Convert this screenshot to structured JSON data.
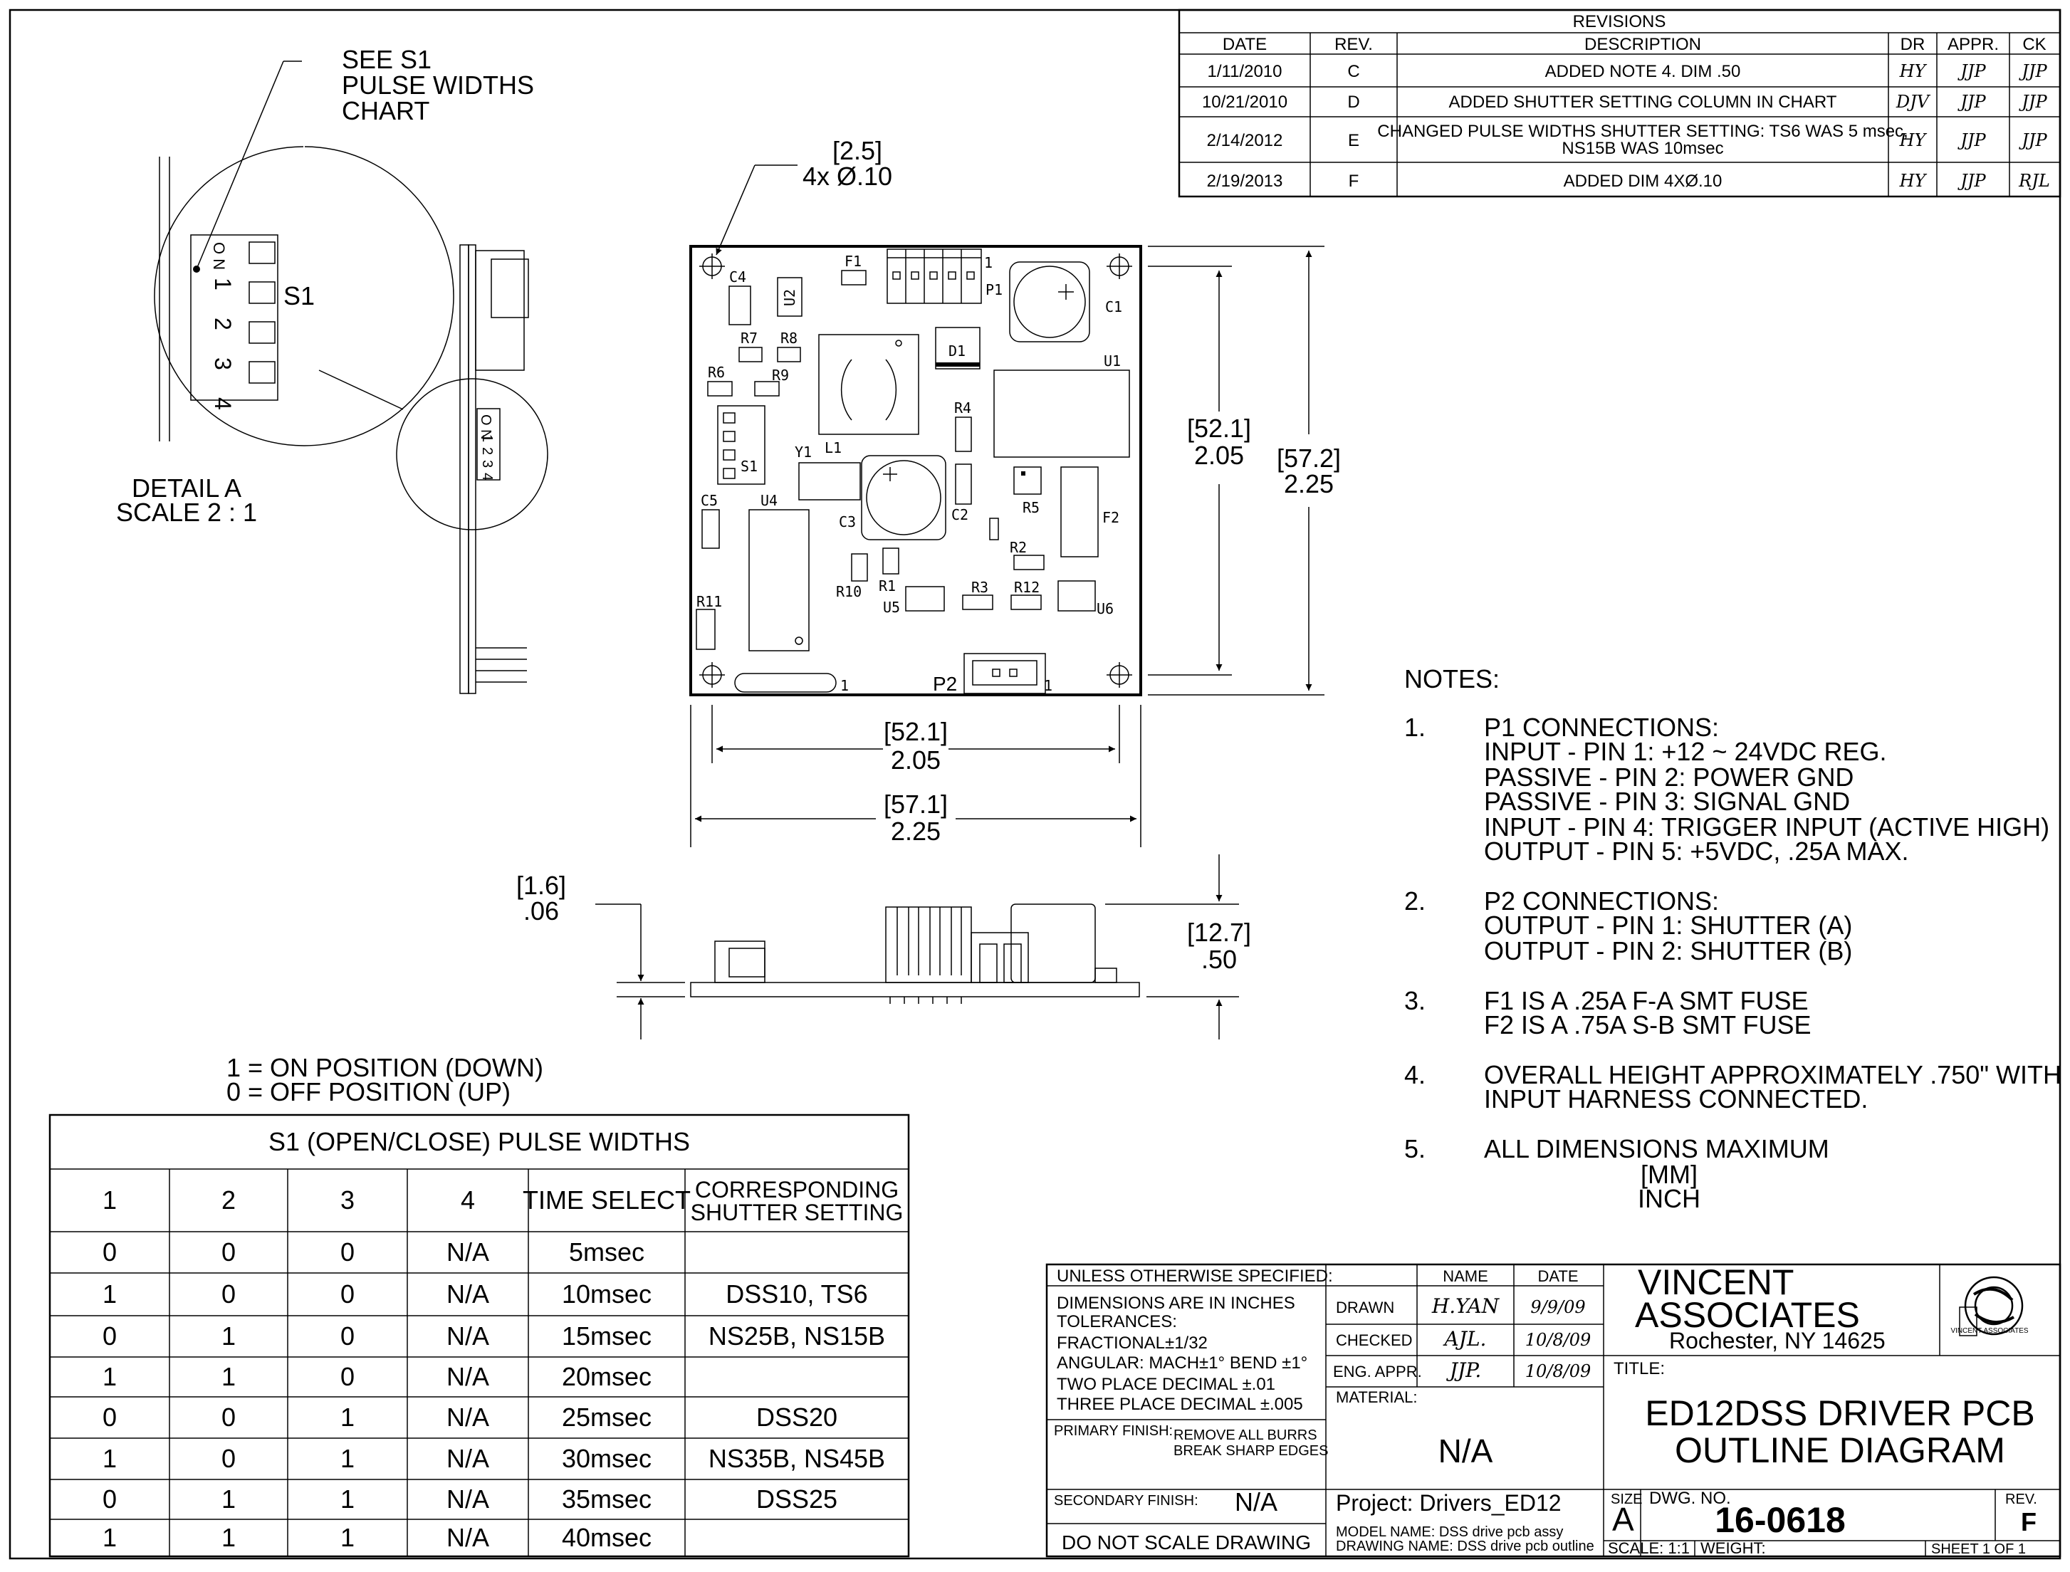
{
  "revisions": {
    "heading": "REVISIONS",
    "columns": [
      "DATE",
      "REV.",
      "DESCRIPTION",
      "DR",
      "APPR.",
      "CK"
    ],
    "rows": [
      {
        "date": "1/11/2010",
        "rev": "C",
        "desc": "ADDED NOTE 4. DIM .50",
        "dr": "HY",
        "appr": "JJP",
        "ck": "JJP"
      },
      {
        "date": "10/21/2010",
        "rev": "D",
        "desc": "ADDED SHUTTER SETTING COLUMN IN CHART",
        "dr": "DJV",
        "appr": "JJP",
        "ck": "JJP"
      },
      {
        "date": "2/14/2012",
        "rev": "E",
        "desc": "CHANGED PULSE WIDTHS SHUTTER SETTING: TS6 WAS 5 msec,",
        "desc2": "NS15B WAS 10msec",
        "dr": "HY",
        "appr": "JJP",
        "ck": "JJP"
      },
      {
        "date": "2/19/2013",
        "rev": "F",
        "desc": "ADDED DIM 4XØ.10",
        "dr": "HY",
        "appr": "JJP",
        "ck": "RJL"
      }
    ]
  },
  "detail": {
    "callout": [
      "SEE S1",
      "PULSE WIDTHS",
      "CHART"
    ],
    "switch_label": "S1",
    "pin_numbers": [
      "1",
      "2",
      "3",
      "4"
    ],
    "on_off": "O N",
    "title": "DETAIL A",
    "scale": "SCALE 2 : 1"
  },
  "dimensions": {
    "hole_mm": "[2.5]",
    "hole_in": "4x Ø.10",
    "inner_height_mm": "[52.1]",
    "inner_height_in": "2.05",
    "outer_height_mm": "[57.2]",
    "outer_height_in": "2.25",
    "inner_width_mm": "[52.1]",
    "inner_width_in": "2.05",
    "outer_width_mm": "[57.1]",
    "outer_width_in": "2.25",
    "board_thick_mm": "[1.6]",
    "board_thick_in": ".06",
    "total_height_mm": "[12.7]",
    "total_height_in": ".50"
  },
  "components": [
    "C4",
    "U2",
    "F1",
    "P1",
    "C1",
    "1",
    "R7",
    "R8",
    "R6",
    "R9",
    "D1",
    "U1",
    "R4",
    "S1",
    "L1",
    "Y1",
    "C3",
    "C5",
    "U4",
    "C2",
    "R5",
    "F2",
    "R2",
    "R10",
    "R1",
    "R3",
    "R12",
    "U5",
    "U6",
    "R11",
    "P2"
  ],
  "notes": {
    "heading": "NOTES:",
    "items": [
      {
        "num": "1.",
        "lines": [
          "P1 CONNECTIONS:",
          "INPUT     - PIN 1: +12 ~ 24VDC REG.",
          "PASSIVE - PIN 2: POWER GND",
          "PASSIVE - PIN 3: SIGNAL GND",
          "INPUT     - PIN 4: TRIGGER INPUT (ACTIVE HIGH)",
          "OUTPUT  - PIN 5: +5VDC, .25A MAX."
        ]
      },
      {
        "num": "2.",
        "lines": [
          "P2 CONNECTIONS:",
          "OUTPUT  - PIN 1: SHUTTER (A)",
          "OUTPUT  - PIN 2: SHUTTER (B)"
        ]
      },
      {
        "num": "3.",
        "lines": [
          "F1 IS A .25A F-A SMT FUSE",
          "F2 IS A .75A S-B SMT FUSE"
        ]
      },
      {
        "num": "4.",
        "lines": [
          "OVERALL HEIGHT APPROXIMATELY .750\" WITH",
          "INPUT HARNESS CONNECTED."
        ]
      },
      {
        "num": "5.",
        "lines": [
          "ALL DIMENSIONS MAXIMUM"
        ],
        "sub": [
          "[MM]",
          "INCH"
        ]
      }
    ]
  },
  "position_legend": [
    "1 = ON POSITION (DOWN)",
    "0 = OFF POSITION (UP)"
  ],
  "pulse_table": {
    "title": "S1 (OPEN/CLOSE) PULSE WIDTHS",
    "columns": [
      "1",
      "2",
      "3",
      "4",
      "TIME SELECT",
      "CORRESPONDING",
      "SHUTTER SETTING"
    ],
    "rows": [
      [
        "0",
        "0",
        "0",
        "N/A",
        "5msec",
        ""
      ],
      [
        "1",
        "0",
        "0",
        "N/A",
        "10msec",
        "DSS10, TS6"
      ],
      [
        "0",
        "1",
        "0",
        "N/A",
        "15msec",
        "NS25B, NS15B"
      ],
      [
        "1",
        "1",
        "0",
        "N/A",
        "20msec",
        ""
      ],
      [
        "0",
        "0",
        "1",
        "N/A",
        "25msec",
        "DSS20"
      ],
      [
        "1",
        "0",
        "1",
        "N/A",
        "30msec",
        "NS35B, NS45B"
      ],
      [
        "0",
        "1",
        "1",
        "N/A",
        "35msec",
        "DSS25"
      ],
      [
        "1",
        "1",
        "1",
        "N/A",
        "40msec",
        ""
      ]
    ]
  },
  "title_block": {
    "unless": "UNLESS OTHERWISE SPECIFIED:",
    "tolerance_lines": [
      "DIMENSIONS ARE IN INCHES",
      "TOLERANCES:",
      "FRACTIONAL±1/32",
      "ANGULAR: MACH±1°   BEND ±1°",
      "TWO PLACE DECIMAL    ±.01",
      "THREE PLACE DECIMAL  ±.005"
    ],
    "primary_finish": "PRIMARY FINISH:",
    "primary_finish_value": [
      "REMOVE ALL BURRS",
      "BREAK SHARP EDGES"
    ],
    "secondary_finish": "SECONDARY FINISH:",
    "secondary_finish_value": "N/A",
    "do_not_scale": "DO NOT SCALE DRAWING",
    "name_label": "NAME",
    "date_label": "DATE",
    "drawn_label": "DRAWN",
    "drawn_name": "H.YAN",
    "drawn_date": "9/9/09",
    "checked_label": "CHECKED",
    "checked_name": "AJL.",
    "checked_date": "10/8/09",
    "eng_label": "ENG. APPR.",
    "eng_name": "JJP.",
    "eng_date": "10/8/09",
    "material_label": "MATERIAL:",
    "material": "N/A",
    "project": "Project: Drivers_ED12",
    "model_name": "MODEL NAME: DSS drive pcb assy",
    "drawing_name": "DRAWING NAME:  DSS drive pcb outline",
    "company_1": "VINCENT",
    "company_2": "ASSOCIATES",
    "address": "Rochester, NY 14625",
    "logo_text": "VINCENT ASSOCIATES",
    "title_label": "TITLE:",
    "title_1": "ED12DSS DRIVER PCB",
    "title_2": "OUTLINE DIAGRAM",
    "size_label": "SIZE",
    "size": "A",
    "dwg_label": "DWG.  NO.",
    "dwg_no": "16-0618",
    "rev_label": "REV.",
    "rev": "F",
    "scale": "SCALE: 1:1",
    "weight": "WEIGHT:",
    "sheet": "SHEET 1 OF 1"
  }
}
